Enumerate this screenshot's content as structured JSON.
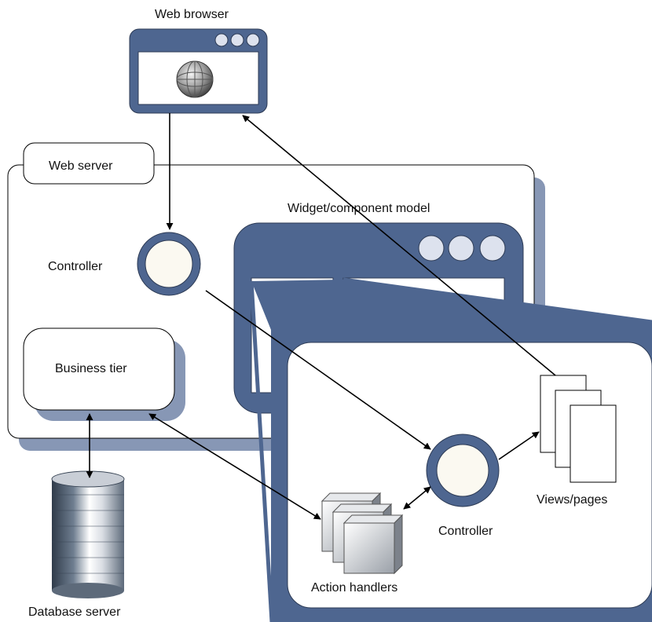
{
  "labels": {
    "web_browser": "Web browser",
    "web_server": "Web server",
    "widget_model": "Widget/component model",
    "controller_server": "Controller",
    "business_tier": "Business tier",
    "database_server": "Database server",
    "controller_zoom": "Controller",
    "views_pages": "Views/pages",
    "action_handlers": "Action handlers"
  },
  "colors": {
    "frame_blue": "#4e6690",
    "shadow_blue": "#8797b5",
    "window_dot": "#dde2ee",
    "controller_fill": "#fbf9f1",
    "line": "#000000"
  },
  "icons": {
    "browser": "browser-window-icon",
    "globe": "globe-icon",
    "database": "database-cylinder-icon",
    "action_handlers": "stacked-cubes-icon",
    "views": "stacked-pages-icon"
  }
}
